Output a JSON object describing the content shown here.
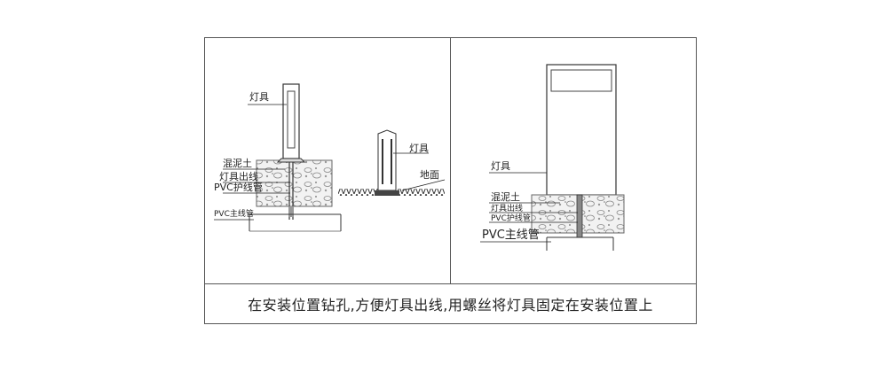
{
  "caption": "在安装位置钻孔,方便灯具出线,用螺丝将灯具固定在安装位置上",
  "left_panel": {
    "lamp_label": "灯具",
    "concrete_label": "混泥土",
    "lamp_wire_label": "灯具出线",
    "pvc_protect_label": "PVC护线管",
    "pvc_main_label": "PVC主线管",
    "small_lamp_label": "灯具",
    "ground_label": "地面"
  },
  "right_panel": {
    "lamp_label": "灯具",
    "concrete_label": "混泥土",
    "lamp_wire_label": "灯具出线",
    "pvc_protect_label": "PVC护线管",
    "pvc_main_label": "PVC主线管"
  }
}
